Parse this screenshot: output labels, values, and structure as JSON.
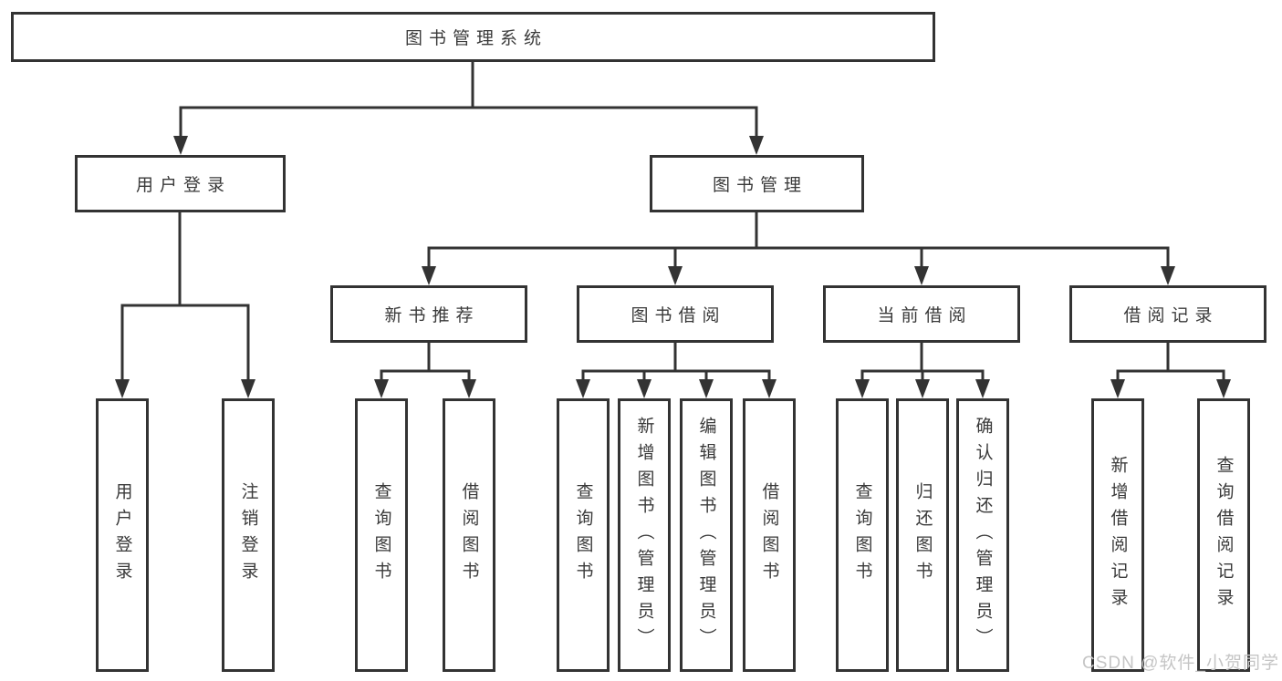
{
  "diagram": {
    "root": "图书管理系统",
    "level2": [
      "用户登录",
      "图书管理"
    ],
    "level3": [
      "新书推荐",
      "图书借阅",
      "当前借阅",
      "借阅记录"
    ],
    "leaves": [
      "用户登录",
      "注销登录",
      "查询图书",
      "借阅图书",
      "查询图书",
      "新增图书（管理员）",
      "编辑图书（管理员）",
      "借阅图书",
      "查询图书",
      "归还图书",
      "确认归还（管理员）",
      "新增借阅记录",
      "查询借阅记录"
    ]
  },
  "watermark": "CSDN @软件_小贺同学",
  "colors": {
    "line": "#333333",
    "text": "#3a3a3a",
    "watermark": "#c5c5c5",
    "background": "#ffffff"
  }
}
